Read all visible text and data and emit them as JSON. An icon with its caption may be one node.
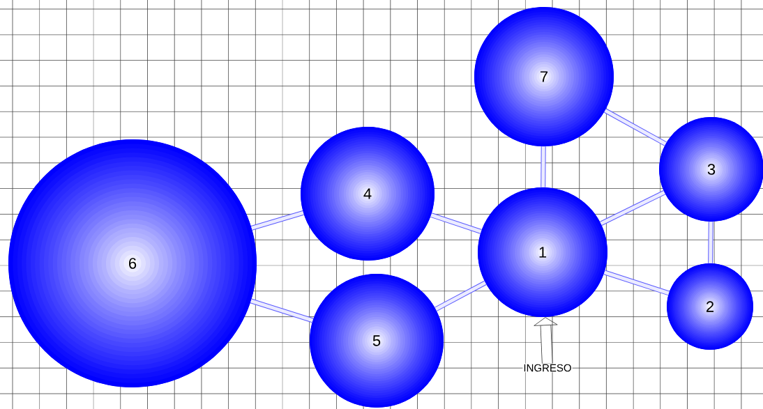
{
  "diagram": {
    "nodes": [
      {
        "text": [
          "1"
        ]
      },
      {
        "text": [
          "2"
        ]
      },
      {
        "text": [
          "3"
        ]
      },
      {
        "text": [
          "4"
        ]
      },
      {
        "text": [
          "5"
        ]
      },
      {
        "text": [
          "6"
        ]
      },
      {
        "text": [
          "7"
        ]
      },
      {
        "text": [
          "INGRESO"
        ]
      }
    ],
    "edges": [
      {
        "from": 6,
        "to": 0,
        "arrow": "none"
      },
      {
        "from": 6,
        "to": 2,
        "arrow": "none"
      },
      {
        "from": 2,
        "to": 0,
        "arrow": "none"
      },
      {
        "from": 2,
        "to": 1,
        "arrow": "none"
      },
      {
        "from": 0,
        "to": 1,
        "arrow": "none"
      },
      {
        "from": 3,
        "to": 0,
        "arrow": "none"
      },
      {
        "from": 4,
        "to": 0,
        "arrow": "none"
      },
      {
        "from": 5,
        "to": 3,
        "arrow": "none"
      },
      {
        "from": 5,
        "to": 4,
        "arrow": "none"
      },
      {
        "from": 7,
        "to": 0,
        "arrow": "to",
        "style": "thick",
        "color": "#333333"
      }
    ]
  }
}
